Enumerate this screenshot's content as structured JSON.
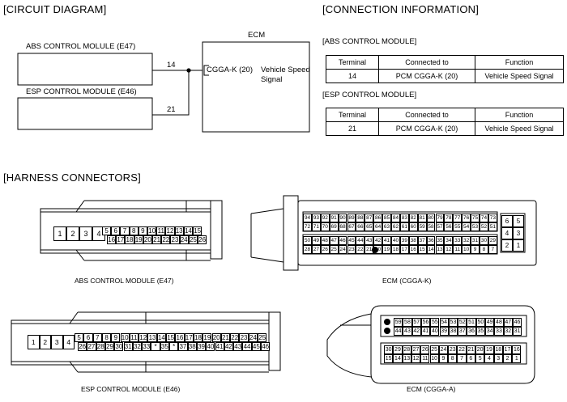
{
  "headings": {
    "circuit": "[CIRCUIT DIAGRAM]",
    "connection": "[CONNECTION INFORMATION]",
    "harness": "[HARNESS CONNECTORS]"
  },
  "circuit": {
    "abs_label": "ABS CONTROL MOLULE (E47)",
    "esp_label": "ESP CONTROL MODULE (E46)",
    "ecm_title": "ECM",
    "abs_pin": "14",
    "esp_pin": "21",
    "ecm_pin": "CGGA-K (20)",
    "signal_line1": "Vehicle Speed",
    "signal_line2": "Signal"
  },
  "connection_tables": [
    {
      "title": "[ABS CONTROL MODULE]",
      "headers": [
        "Terminal",
        "Connected to",
        "Function"
      ],
      "row": [
        "14",
        "PCM CGGA-K (20)",
        "Vehicle Speed Signal"
      ]
    },
    {
      "title": "[ESP CONTROL MODULE]",
      "headers": [
        "Terminal",
        "Connected to",
        "Function"
      ],
      "row": [
        "21",
        "PCM CGGA-K (20)",
        "Vehicle Speed Signal"
      ]
    }
  ],
  "connectors": {
    "e47": {
      "caption": "ABS CONTROL MODULE (E47)",
      "left_pins": [
        "1",
        "2",
        "3",
        "4"
      ],
      "row1": [
        "5",
        "6",
        "7",
        "8",
        "9",
        "10",
        "11",
        "12",
        "13",
        "14",
        "15"
      ],
      "row2": [
        "16",
        "17",
        "18",
        "19",
        "20",
        "21",
        "22",
        "23",
        "24",
        "25",
        "26"
      ]
    },
    "cggak": {
      "caption": "ECM (CGGA-K)",
      "row1": [
        "94",
        "93",
        "92",
        "91",
        "90",
        "89",
        "88",
        "87",
        "86",
        "85",
        "84",
        "83",
        "82",
        "81",
        "80",
        "79",
        "78",
        "77",
        "76",
        "75",
        "74",
        "73"
      ],
      "row2": [
        "72",
        "71",
        "70",
        "69",
        "68",
        "67",
        "66",
        "65",
        "64",
        "63",
        "62",
        "61",
        "60",
        "59",
        "58",
        "57",
        "56",
        "55",
        "54",
        "53",
        "52",
        "51"
      ],
      "row3": [
        "50",
        "49",
        "48",
        "47",
        "46",
        "45",
        "44",
        "43",
        "42",
        "41",
        "40",
        "39",
        "38",
        "37",
        "36",
        "35",
        "34",
        "33",
        "32",
        "31",
        "30",
        "29"
      ],
      "row4": [
        "28",
        "27",
        "26",
        "25",
        "24",
        "23",
        "22",
        "21",
        "20",
        "19",
        "18",
        "17",
        "16",
        "15",
        "14",
        "13",
        "12",
        "11",
        "10",
        "9",
        "8",
        "7"
      ],
      "side": [
        "6",
        "5",
        "4",
        "3",
        "2",
        "1"
      ]
    },
    "e46": {
      "caption": "ESP CONTROL MODULE (E46)",
      "left_pins": [
        "1",
        "2",
        "3",
        "4"
      ],
      "row1": [
        "5",
        "6",
        "7",
        "8",
        "9",
        "10",
        "11",
        "12",
        "13",
        "14",
        "15",
        "16",
        "17",
        "18",
        "19",
        "20",
        "21",
        "22",
        "23",
        "24",
        "25"
      ],
      "row2": [
        "26",
        "27",
        "28",
        "29",
        "30",
        "31",
        "32",
        "33",
        "*",
        "35",
        "*",
        "37",
        "38",
        "39",
        "40",
        "41",
        "42",
        "43",
        "44",
        "45",
        "46"
      ]
    },
    "cggaa": {
      "caption": "ECM (CGGA-A)",
      "row1": [
        "59",
        "58",
        "57",
        "56",
        "55",
        "54",
        "53",
        "52",
        "51",
        "50",
        "49",
        "48",
        "47",
        "46"
      ],
      "row2": [
        "44",
        "43",
        "42",
        "41",
        "40",
        "39",
        "38",
        "37",
        "36",
        "35",
        "34",
        "33",
        "32",
        "31"
      ],
      "row3": [
        "30",
        "29",
        "28",
        "27",
        "26",
        "25",
        "24",
        "23",
        "22",
        "21",
        "20",
        "19",
        "18",
        "17",
        "16"
      ],
      "row4": [
        "15",
        "14",
        "13",
        "12",
        "11",
        "10",
        "9",
        "8",
        "7",
        "6",
        "5",
        "4",
        "3",
        "2",
        "1"
      ]
    }
  }
}
